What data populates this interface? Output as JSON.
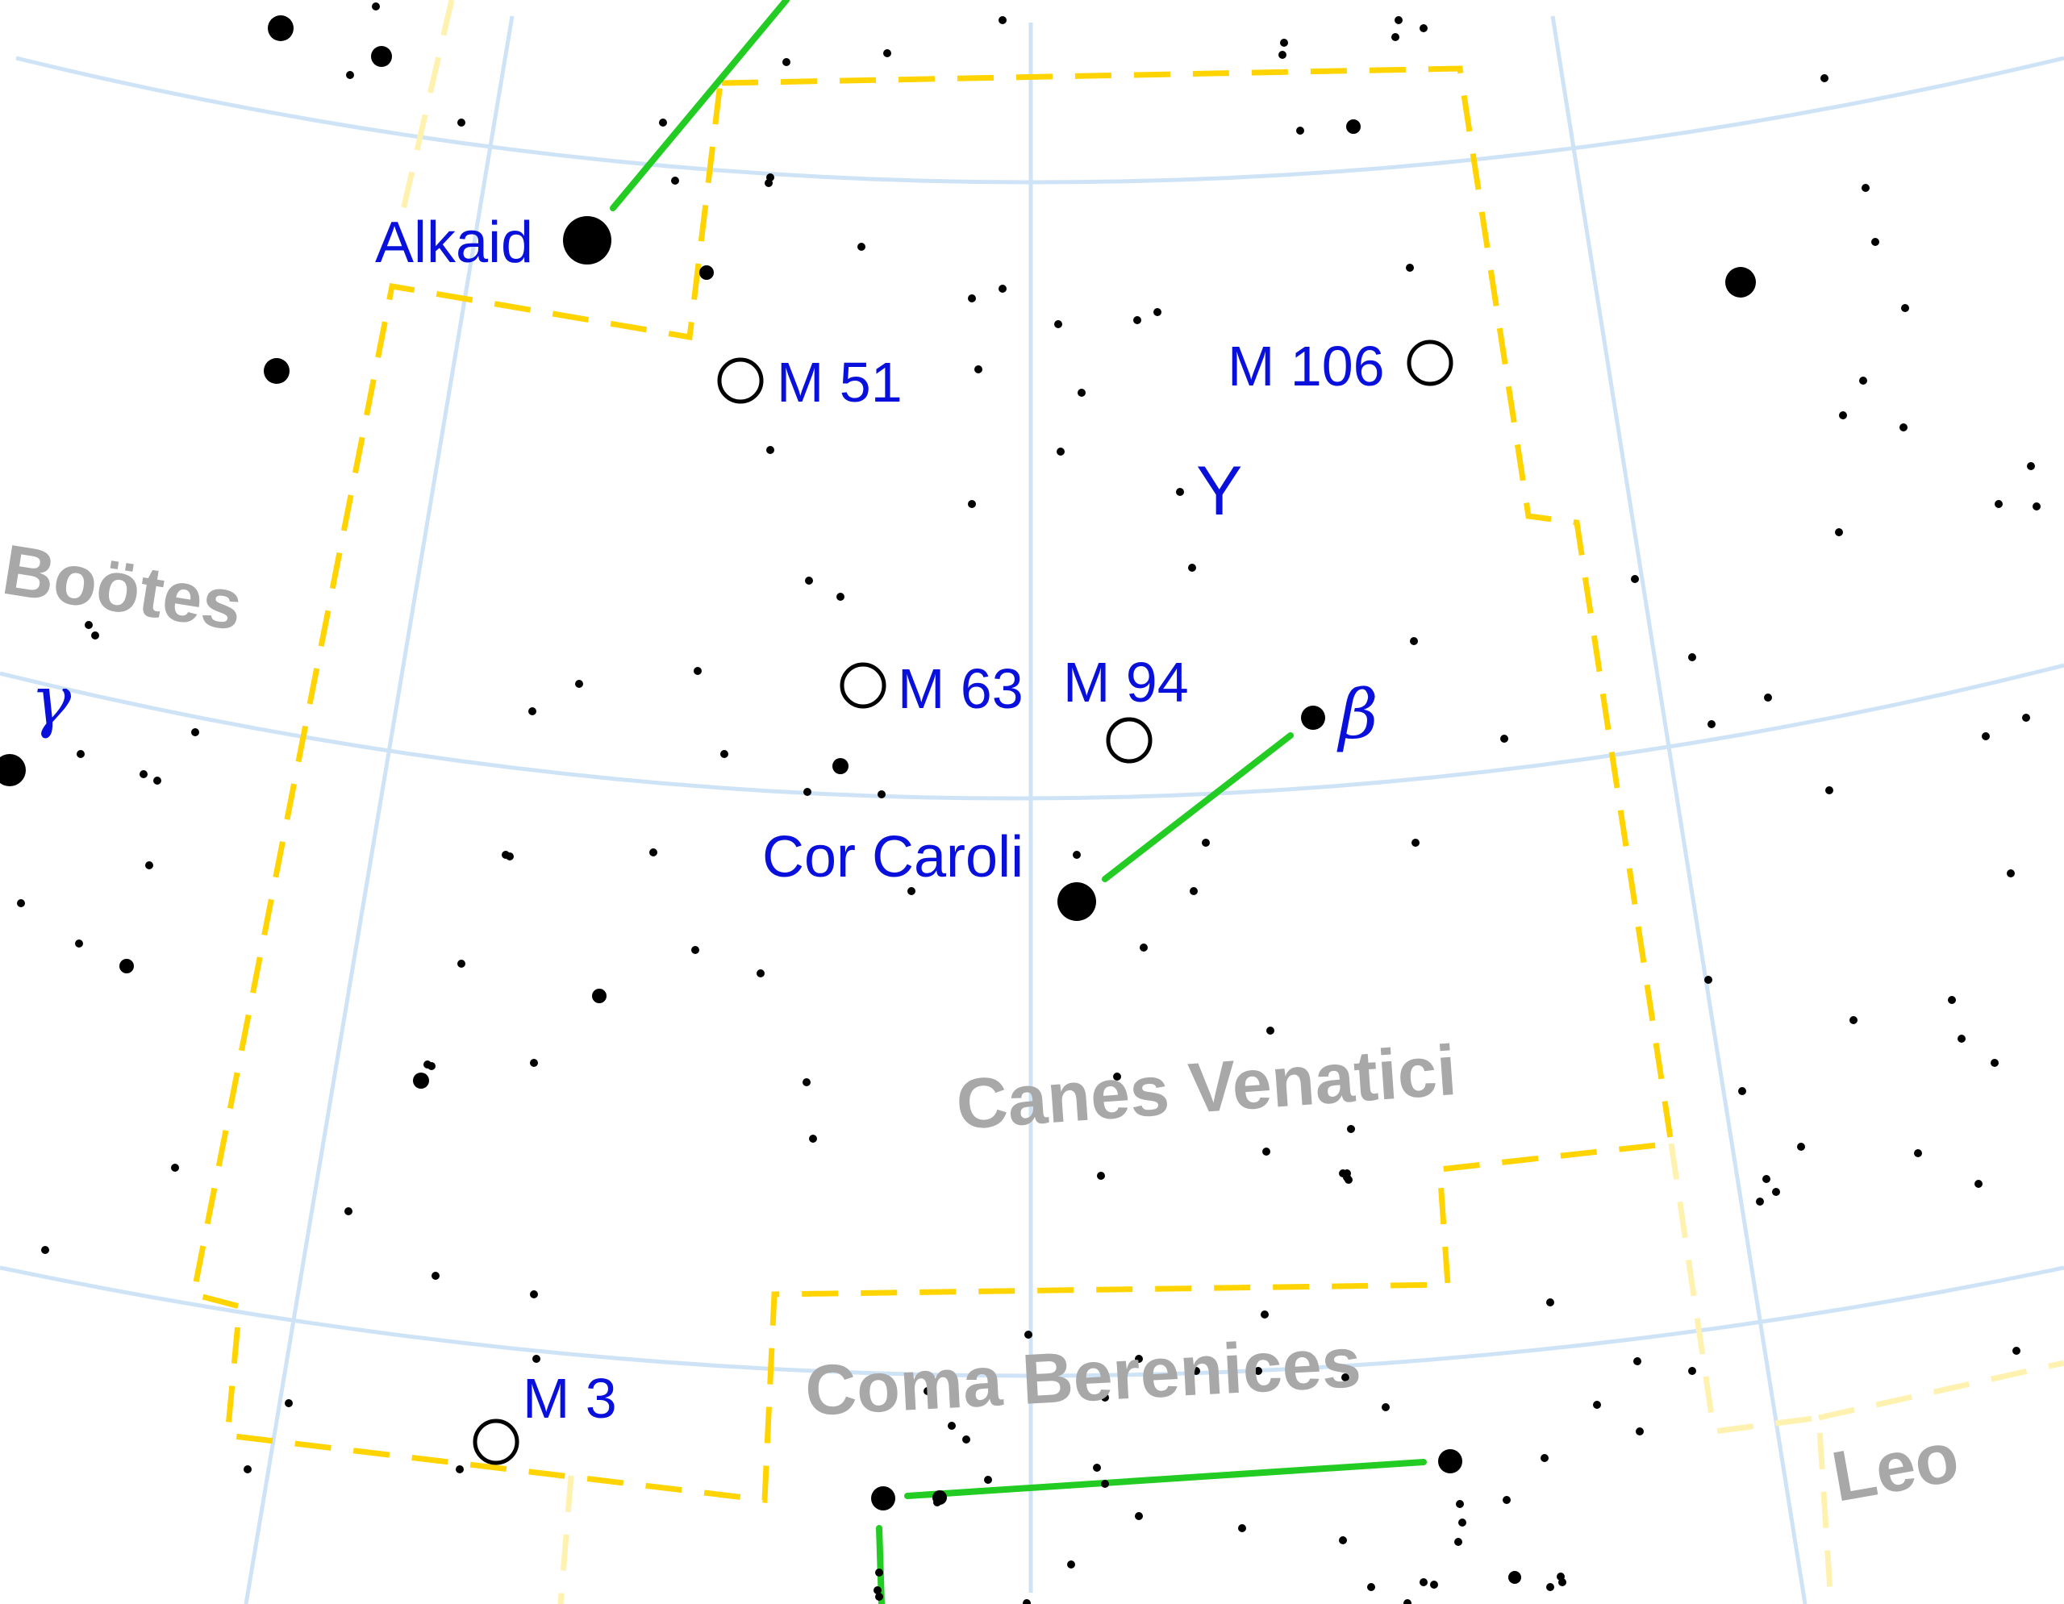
{
  "constellation": "Canes Venatici",
  "labels": {
    "alkaid": "Alkaid",
    "cor_caroli": "Cor Caroli",
    "beta": "β",
    "gamma": "γ",
    "y": "Y",
    "m51": "M 51",
    "m106": "M 106",
    "m63": "M 63",
    "m94": "M 94",
    "m3": "M 3",
    "bootes": "Boötes",
    "canes_venatici": "Canes Venatici",
    "coma_berenices": "Coma Berenices",
    "leo": "Leo"
  },
  "colors": {
    "star_label": "#0a10dc",
    "constellation_label": "#a8a8a8",
    "grid": "#cfe3f7",
    "boundary": "#ffd400",
    "constellation_line": "#22cc22",
    "background": "#ffffff"
  }
}
